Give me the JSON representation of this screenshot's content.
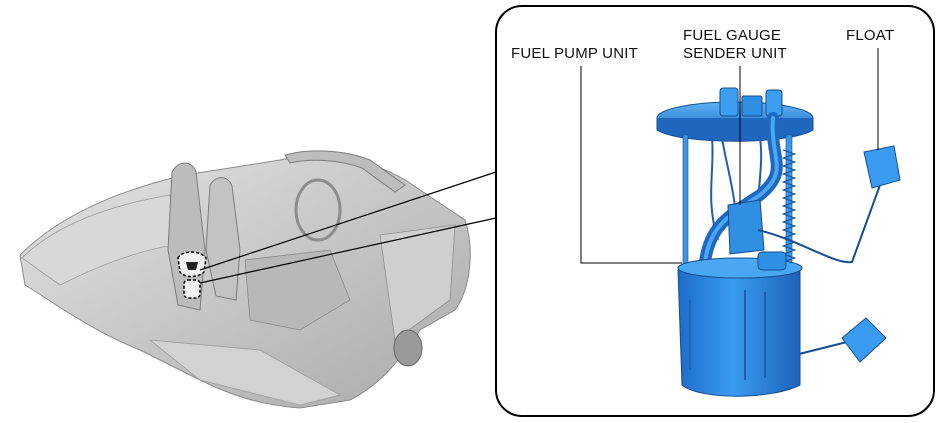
{
  "labels": {
    "fuel_pump_unit": "FUEL PUMP UNIT",
    "fuel_gauge_sender_unit": "FUEL GAUGE\nSENDER UNIT",
    "float": "FLOAT"
  },
  "colors": {
    "pump_blue": "#2f8fe3",
    "pump_blue_dark": "#1a5fb4",
    "car_gray": "#c9c9c9",
    "leader_line": "#000000"
  }
}
